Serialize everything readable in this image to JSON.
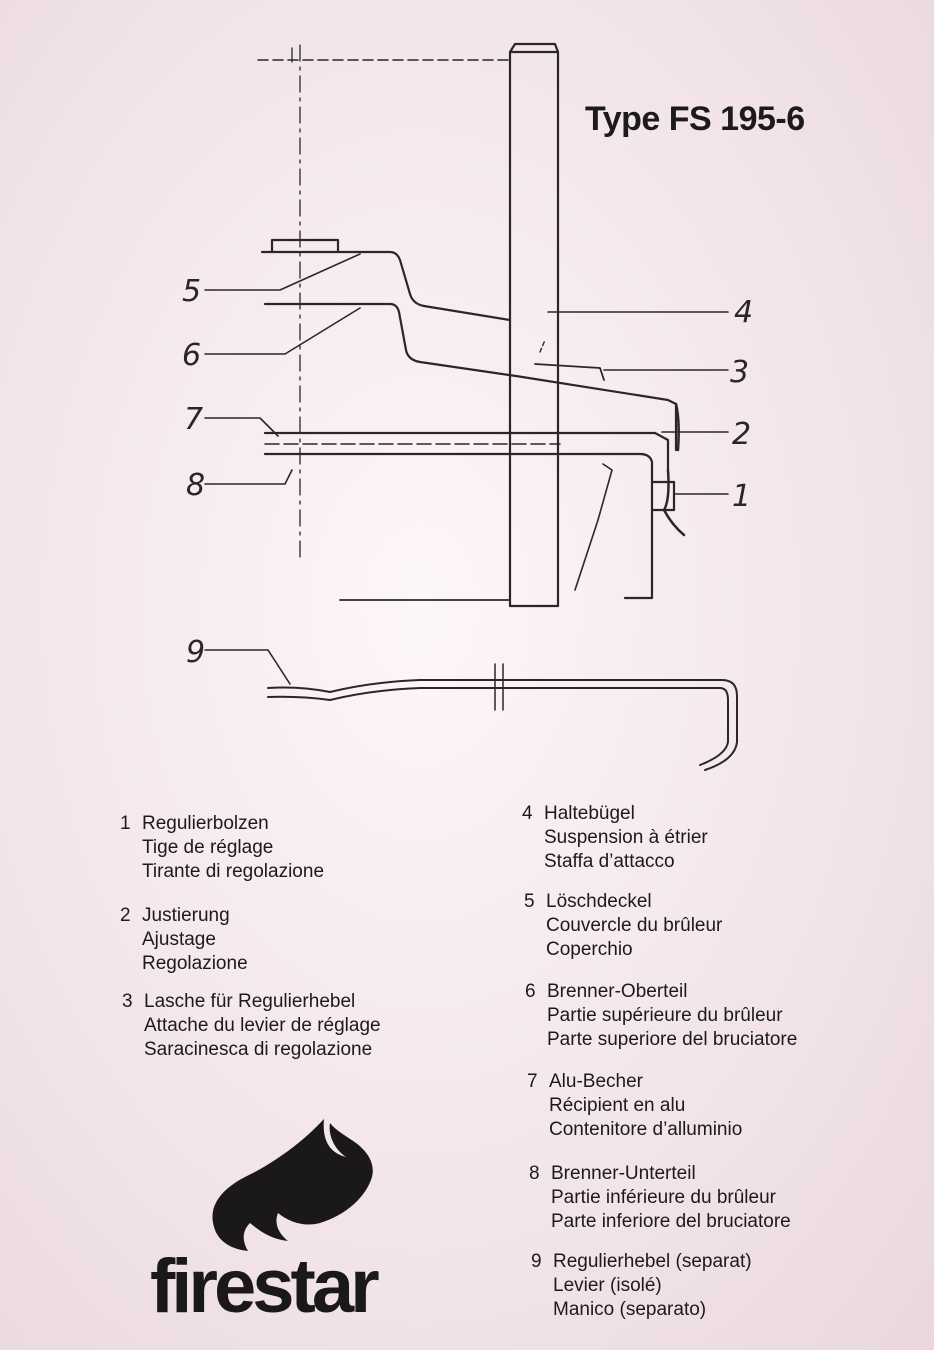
{
  "header": {
    "model_title": "Type FS 195-6"
  },
  "diagram": {
    "callouts": [
      "1",
      "2",
      "3",
      "4",
      "5",
      "6",
      "7",
      "8",
      "9"
    ]
  },
  "legend": {
    "items": [
      {
        "num": "1",
        "lines": [
          "Regulierbolzen",
          "Tige de réglage",
          "Tirante di regolazione"
        ]
      },
      {
        "num": "2",
        "lines": [
          "Justierung",
          "Ajustage",
          "Regolazione"
        ]
      },
      {
        "num": "3",
        "lines": [
          "Lasche für Regulierhebel",
          "Attache du levier de réglage",
          "Saracinesca di regolazione"
        ]
      },
      {
        "num": "4",
        "lines": [
          "Haltebügel",
          "Suspension à étrier",
          "Staffa d’attacco"
        ]
      },
      {
        "num": "5",
        "lines": [
          "Löschdeckel",
          "Couvercle du brûleur",
          "Coperchio"
        ]
      },
      {
        "num": "6",
        "lines": [
          "Brenner-Oberteil",
          "Partie supérieure du brûleur",
          "Parte superiore del bruciatore"
        ]
      },
      {
        "num": "7",
        "lines": [
          "Alu-Becher",
          "Récipient en alu",
          "Contenitore d’alluminio"
        ]
      },
      {
        "num": "8",
        "lines": [
          "Brenner-Unterteil",
          "Partie inférieure du brûleur",
          "Parte inferiore del bruciatore"
        ]
      },
      {
        "num": "9",
        "lines": [
          "Regulierhebel (separat)",
          "Levier (isolé)",
          "Manico (separato)"
        ]
      }
    ]
  },
  "brand": {
    "logo_text": "firestar"
  }
}
